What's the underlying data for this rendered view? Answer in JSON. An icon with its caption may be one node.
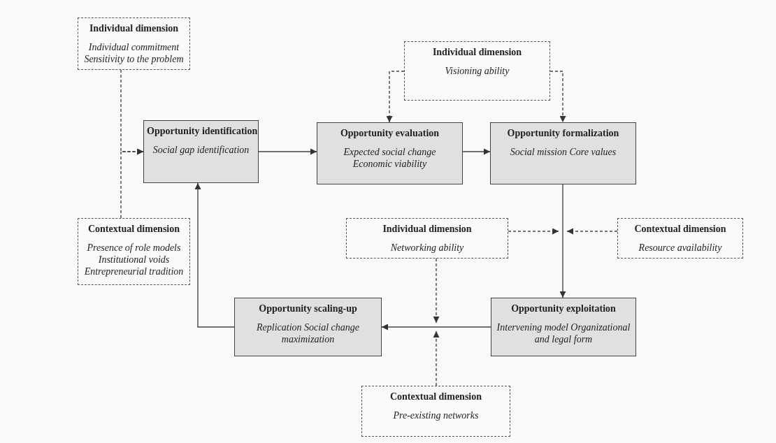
{
  "diagram": {
    "nodes": [
      {
        "text": [
          "Individual dimension",
          "Individual commitment Sensitivity to the problem"
        ]
      },
      {
        "text": [
          "Contextual dimension",
          "Presence of role models Institutional voids Entrepreneurial tradition"
        ]
      },
      {
        "text": [
          "Opportunity identification",
          "Social gap identification"
        ]
      },
      {
        "text": [
          "Individual dimension",
          "Visioning ability"
        ]
      },
      {
        "text": [
          "Opportunity evaluation",
          "Expected social change Economic viability"
        ]
      },
      {
        "text": [
          "Opportunity formalization",
          "Social mission Core values"
        ]
      },
      {
        "text": [
          "Individual dimension",
          "Networking ability"
        ]
      },
      {
        "text": [
          "Contextual dimension",
          "Resource availability"
        ]
      },
      {
        "text": [
          "Opportunity scaling-up",
          "Replication Social change maximization"
        ]
      },
      {
        "text": [
          "Opportunity exploitation",
          "Intervening model Organizational and legal form"
        ]
      },
      {
        "text": [
          "Contextual dimension",
          "Pre-existing networks"
        ]
      }
    ],
    "edges": [
      {
        "from": 0,
        "to": 2,
        "arrow": "to",
        "style": "dashed"
      },
      {
        "from": 1,
        "to": 2,
        "arrow": "to",
        "style": "dashed"
      },
      {
        "from": 2,
        "to": 4,
        "arrow": "to"
      },
      {
        "from": 4,
        "to": 5,
        "arrow": "to"
      },
      {
        "from": 3,
        "to": 4,
        "arrow": "to",
        "style": "dashed"
      },
      {
        "from": 3,
        "to": 5,
        "arrow": "to",
        "style": "dashed"
      },
      {
        "from": 5,
        "to": 9,
        "arrow": "to"
      },
      {
        "from": 6,
        "to": null,
        "arrow": "to",
        "style": "dashed"
      },
      {
        "from": 7,
        "to": null,
        "arrow": "to",
        "style": "dashed"
      },
      {
        "from": 9,
        "to": 8,
        "arrow": "to"
      },
      {
        "from": 6,
        "to": null,
        "arrow": "to",
        "style": "dashed"
      },
      {
        "from": 10,
        "to": null,
        "arrow": "to",
        "style": "dashed"
      },
      {
        "from": 8,
        "to": 2,
        "arrow": "to"
      }
    ]
  }
}
